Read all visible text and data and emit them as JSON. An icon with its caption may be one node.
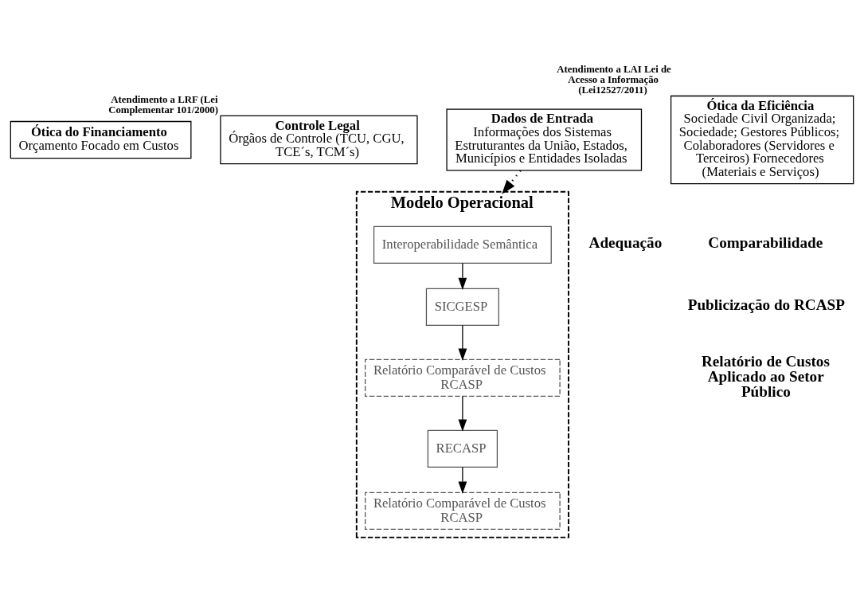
{
  "diagram": {
    "nodes": [
      {
        "text": [
          "Ótica do Financiamento",
          "Orçamento Focado em Custos"
        ]
      },
      {
        "text": [
          "Controle Legal",
          "Órgãos de Controle (TCU, CGU, TCE´s, TCM´s)"
        ],
        "beside": [
          "Atendimento a LRF (Lei Complementar 101/2000)"
        ]
      },
      {
        "text": [
          "Dados de Entrada",
          "Informações dos Sistemas Estruturantes da União, Estados, Municípios e Entidades Isoladas"
        ]
      },
      {
        "text": [
          "Modelo Operacional"
        ]
      },
      {
        "text": [
          "Interoperabilidade Semântica"
        ],
        "in": 3
      },
      {
        "text": [
          "SICGESP"
        ],
        "in": 3
      },
      {
        "text": [
          "Relatório Comparável de Custos",
          "RCASP"
        ],
        "in": 3
      },
      {
        "text": [
          "RECASP"
        ],
        "in": 3
      },
      {
        "text": [
          "Relatório Comparável de Custos",
          "RCASP"
        ],
        "in": 3
      },
      {
        "text": [
          "Ótica da Eficiência",
          "Sociedade Civil Organizada; Sociedade; Gestores Públicos; Colaboradores (Servidores e Terceiros) Fornecedores (Materiais e Serviços)"
        ],
        "beside": [
          "Atendimento a LAI Lei de Acesso a Informação (Lei12527/2011)"
        ]
      }
    ],
    "edges": [
      {
        "from": 2,
        "to": 3,
        "arrow": "to",
        "style": "dashed"
      },
      {
        "from": 4,
        "to": 5,
        "arrow": "to"
      },
      {
        "from": 5,
        "to": 6,
        "arrow": "to"
      },
      {
        "from": 6,
        "to": 7,
        "arrow": "to"
      },
      {
        "from": 7,
        "to": 8,
        "arrow": "to"
      }
    ],
    "labels": [
      "Adequação",
      "Comparabilidade",
      "Publicização do RCASP",
      "Relatório de Custos Aplicado ao Setor Público"
    ]
  }
}
